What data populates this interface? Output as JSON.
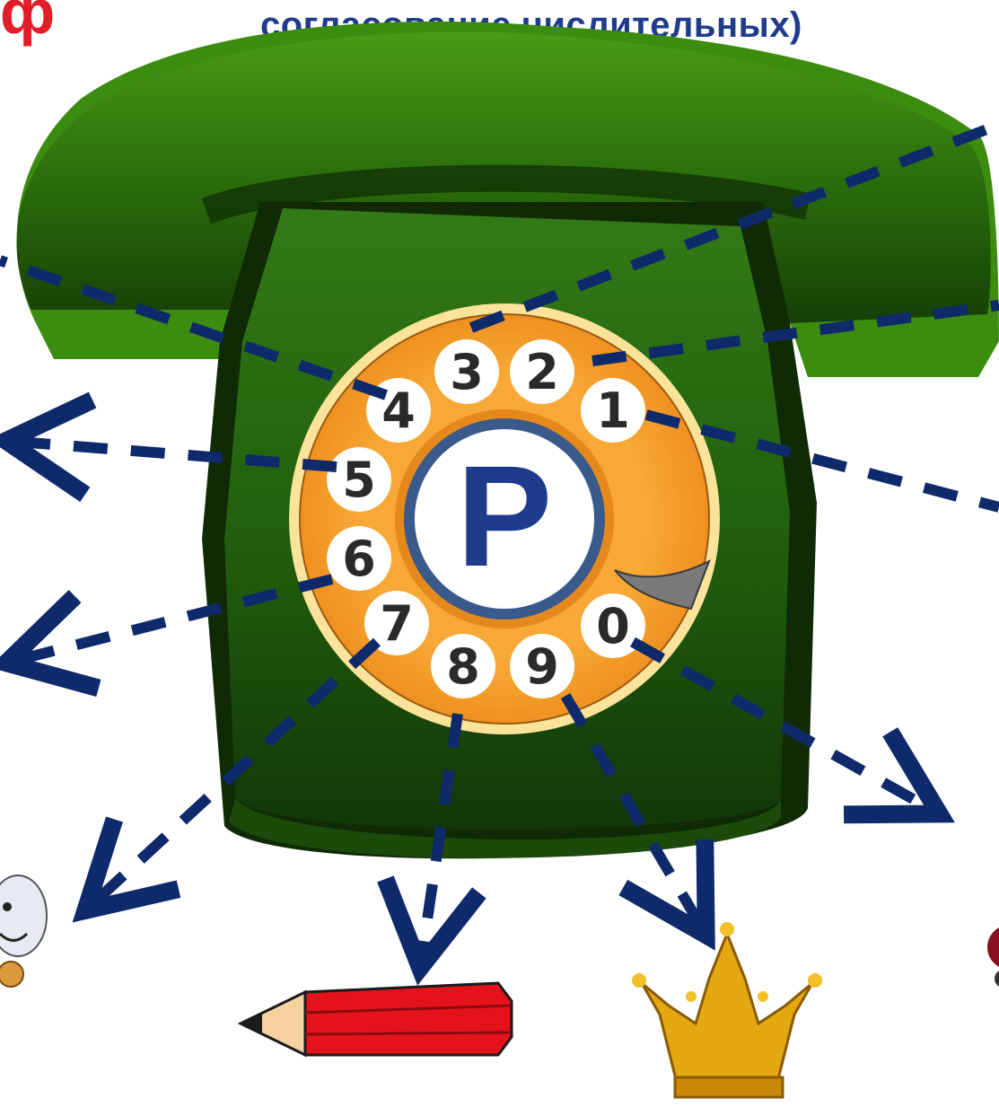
{
  "logo": {
    "glyph": "ф",
    "color": "#e11d2a"
  },
  "title": {
    "text": "согласование числительных)",
    "color": "#1f3b8c"
  },
  "phone": {
    "body_color": "#2a6a12",
    "dial_color": "#f7a836",
    "center_letter": "Р",
    "digits": [
      "1",
      "2",
      "3",
      "4",
      "5",
      "6",
      "7",
      "8",
      "9",
      "0"
    ]
  },
  "arrow_color": "#0f2a6b",
  "objects": {
    "pencil": "pencil",
    "crown": "crown",
    "cartoon": "cartoon-character",
    "ball": "red-ball"
  }
}
